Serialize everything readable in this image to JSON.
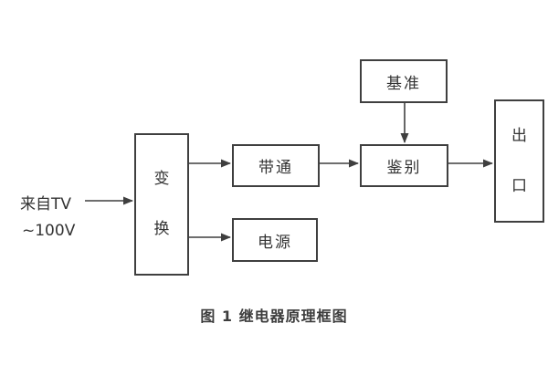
{
  "diagram": {
    "input": {
      "line1": "来自TV",
      "line2": "~100V"
    },
    "blocks": {
      "transform": "变\n换",
      "bandpass": "带通",
      "power": "电源",
      "reference": "基准",
      "discriminate": "鉴别",
      "outlet": "出\n口"
    },
    "caption": "图 1  继电器原理框图",
    "colors": {
      "line": "#3f3f3f",
      "text": "#333333",
      "background": "#ffffff"
    }
  }
}
